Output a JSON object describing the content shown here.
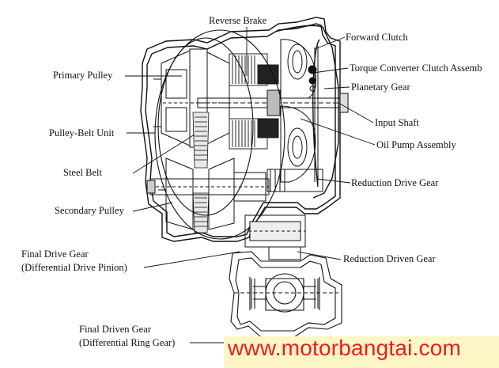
{
  "labels": {
    "reverse_brake": "Reverse Brake",
    "forward_clutch": "Forward Clutch",
    "primary_pulley": "Primary Pulley",
    "torque_converter_clutch": "Torque Converter Clutch Assemb",
    "planetary_gear": "Planetary Gear",
    "input_shaft": "Input Shaft",
    "pulley_belt_unit": "Pulley-Belt Unit",
    "oil_pump_assembly": "Oil Pump Assembly",
    "steel_belt": "Steel Belt",
    "reduction_drive_gear": "Reduction Drive Gear",
    "secondary_pulley": "Secondary Pulley",
    "final_drive_gear_1": "Final Drive Gear",
    "final_drive_gear_2": "(Differential Drive Pinion)",
    "reduction_driven_gear": "Reduction Driven Gear",
    "final_driven_gear_1": "Final Driven Gear",
    "final_driven_gear_2": "(Differential Ring Gear)"
  },
  "watermark": {
    "text": "www.motorbangtai.com",
    "color": "#ee1c1c",
    "background": "#fff6c8"
  }
}
